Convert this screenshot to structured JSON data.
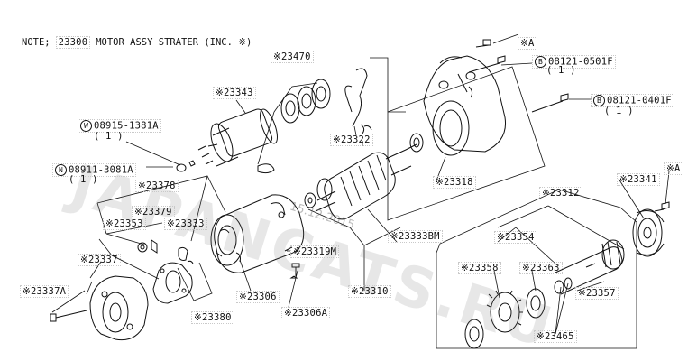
{
  "note": {
    "prefix": "NOTE;",
    "code": "23300",
    "text": "MOTOR ASSY STRATER (INC. ※)"
  },
  "labels": {
    "l23470": "※23470",
    "l23343": "※23343",
    "l08915": "08915-1381A",
    "l08915_qty": "( 1 )",
    "l08911": "08911-3081A",
    "l08911_qty": "( 1 )",
    "l23378": "※23378",
    "l23379": "※23379",
    "l23353": "※23353",
    "l23333": "※23333",
    "l23337": "※23337",
    "l23337A": "※23337A",
    "l23380": "※23380",
    "l23306": "※23306",
    "l23306A": "※23306A",
    "l23319M": "※23319M",
    "l23310": "※23310",
    "l23333BM": "※23333BM",
    "l23322": "※23322",
    "l23318": "※23318",
    "lA1": "※A",
    "l08121_501": "08121-0501F",
    "l08121_501_qty": "( 1 )",
    "l08121_401": "08121-0401F",
    "l08121_401_qty": "( 1 )",
    "l23312": "※23312",
    "l23341": "※23341",
    "lA2": "※A",
    "l23354": "※23354",
    "l23358": "※23358",
    "l23363": "※23363",
    "l23357": "※23357",
    "l23465": "※23465"
  },
  "circle_marks": {
    "W": "W",
    "N": "N",
    "B1": "B",
    "B2": "B"
  },
  "watermark": {
    "text": "JAPANCATS.RU",
    "date": "15.12.2015"
  }
}
